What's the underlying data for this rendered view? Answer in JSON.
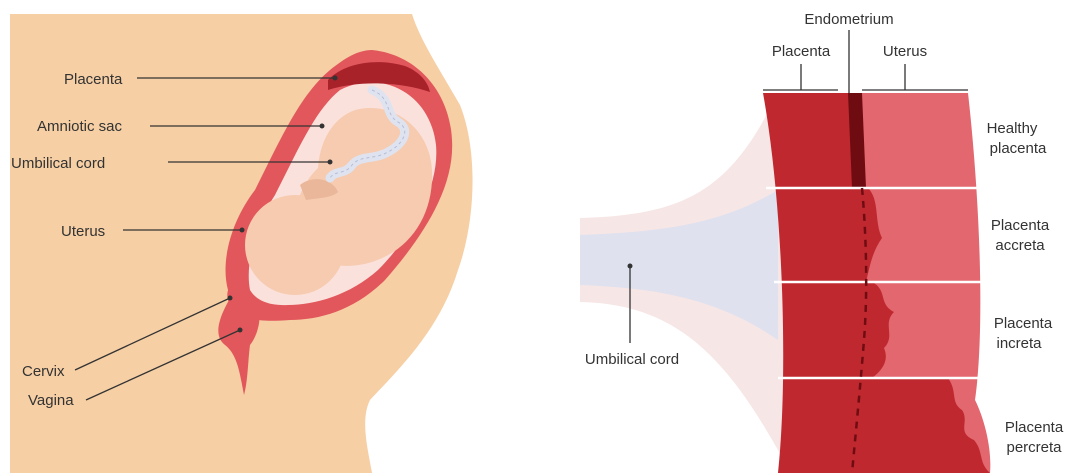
{
  "left_figure": {
    "labels": {
      "placenta": "Placenta",
      "amniotic_sac": "Amniotic sac",
      "umbilical_cord": "Umbilical cord",
      "uterus": "Uterus",
      "cervix": "Cervix",
      "vagina": "Vagina"
    }
  },
  "right_figure": {
    "header_labels": {
      "endometrium": "Endometrium",
      "placenta": "Placenta",
      "uterus": "Uterus"
    },
    "umbilical_cord_label": "Umbilical cord",
    "rows": [
      {
        "line1": "Healthy",
        "line2": "placenta"
      },
      {
        "line1": "Placenta",
        "line2": "accreta"
      },
      {
        "line1": "Placenta",
        "line2": "increta"
      },
      {
        "line1": "Placenta",
        "line2": "percreta"
      }
    ]
  },
  "colors": {
    "skin": "#f6cfa4",
    "fetus": "#f6cbb0",
    "uterus_wall": "#e2575c",
    "placenta_dark": "#a8222a",
    "placenta_red": "#c0282f",
    "uterus_pink": "#e3676e",
    "endometrium": "#6e0c12",
    "cord": "#dfe3f0",
    "fluid": "#fbe1dc"
  }
}
